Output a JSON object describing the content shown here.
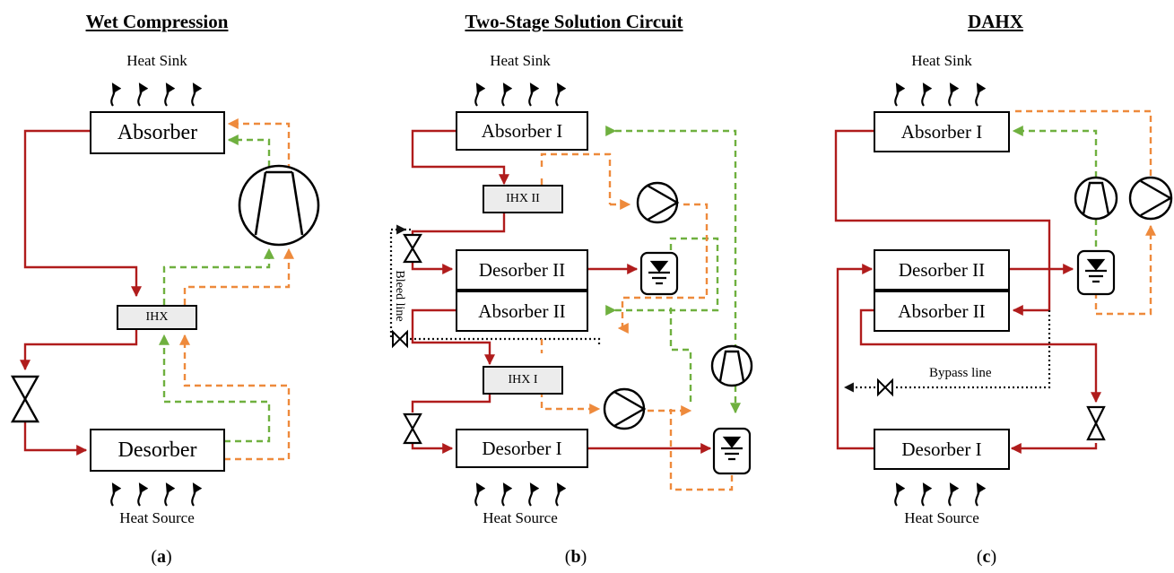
{
  "panels": [
    {
      "title": "Wet Compression",
      "heat_sink": "Heat Sink",
      "heat_source": "Heat Source",
      "absorber": "Absorber",
      "desorber": "Desorber",
      "ihx": "IHX",
      "caption_open": "(",
      "caption_letter": "a",
      "caption_close": ")"
    },
    {
      "title": "Two-Stage Solution Circuit",
      "heat_sink": "Heat Sink",
      "heat_source": "Heat Source",
      "absorber_1": "Absorber I",
      "ihx_2": "IHX II",
      "desorber_2": "Desorber II",
      "absorber_2": "Absorber II",
      "ihx_1": "IHX I",
      "desorber_1": "Desorber I",
      "bleed_line": "Bleed line",
      "caption_open": "(",
      "caption_letter": "b",
      "caption_close": ")"
    },
    {
      "title": "DAHX",
      "heat_sink": "Heat Sink",
      "heat_source": "Heat Source",
      "absorber_1": "Absorber I",
      "desorber_2": "Desorber II",
      "absorber_2": "Absorber II",
      "desorber_1": "Desorber I",
      "bypass_line": "Bypass line",
      "caption_open": "(",
      "caption_letter": "c",
      "caption_close": ")"
    }
  ],
  "colors": {
    "solution": "#b01c1c",
    "vapor_green": "#6fb03f",
    "vapor_orange": "#ee8a3c",
    "bleed_bypass": "#111111",
    "ihx_fill": "#ececec"
  }
}
